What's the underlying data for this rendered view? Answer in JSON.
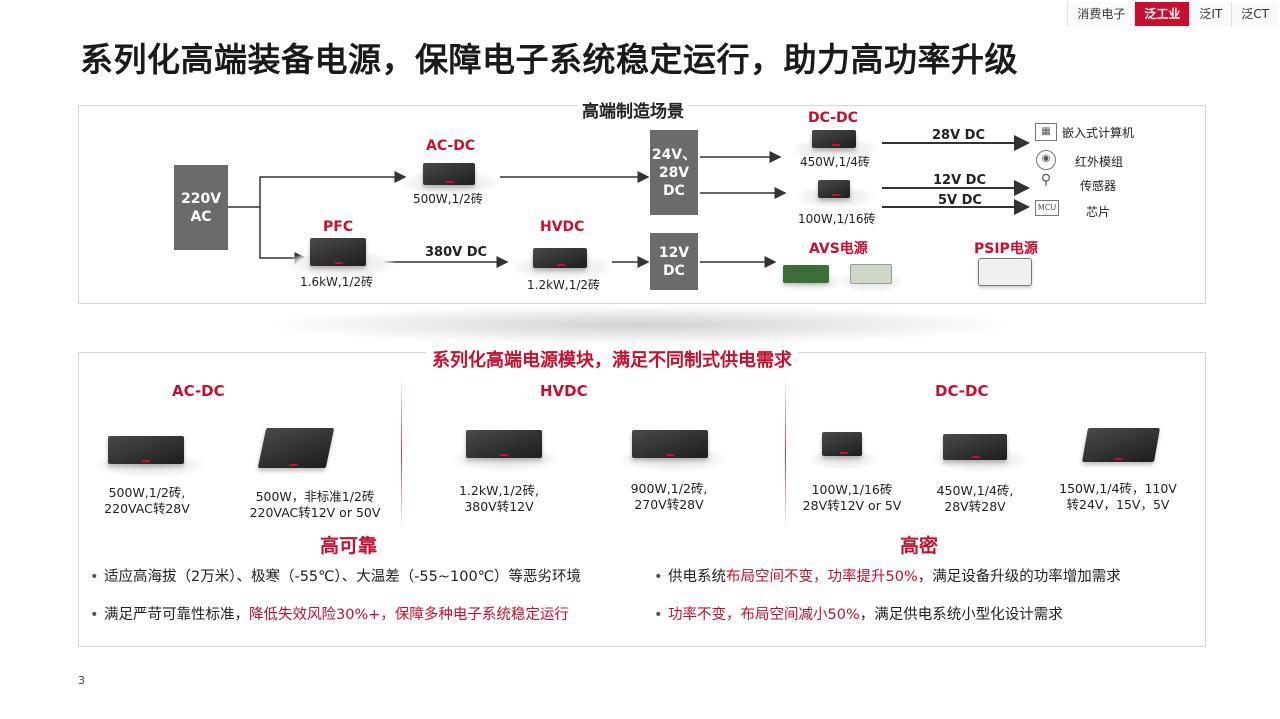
{
  "tabs": [
    "消费电子",
    "泛工业",
    "泛IT",
    "泛CT"
  ],
  "active_tab": "泛工业",
  "title": "系列化高端装备电源，保障电子系统稳定运行，助力高功率升级",
  "scenario": {
    "title": "高端制造场景",
    "source": "220V\nAC",
    "bus_24v": "24V、\n28V\nDC",
    "bus_12v": "12V\nDC",
    "acdc": {
      "label": "AC-DC",
      "spec": "500W,1/2砖"
    },
    "pfc": {
      "label": "PFC",
      "spec": "1.6kW,1/2砖"
    },
    "hvdc": {
      "label": "HVDC",
      "spec": "1.2kW,1/2砖"
    },
    "v380": "380V DC",
    "dcdc": {
      "label": "DC-DC",
      "spec1": "450W,1/4砖",
      "spec2": "100W,1/16砖"
    },
    "avs": "AVS电源",
    "psip": "PSIP电源",
    "out_28v": "28V DC",
    "out_12v": "12V DC",
    "out_5v": "5V DC",
    "loads": [
      "嵌入式计算机",
      "红外模组",
      "传感器",
      "芯片"
    ]
  },
  "products": {
    "title": "系列化高端电源模块，满足不同制式供电需求",
    "acdc_title": "AC-DC",
    "hvdc_title": "HVDC",
    "dcdc_title": "DC-DC",
    "items": [
      "500W,1/2砖,\n220VAC转28V",
      "500W，非标准1/2砖\n220VAC转12V or 50V",
      "1.2kW,1/2砖,\n380V转12V",
      "900W,1/2砖,\n270V转28V",
      "100W,1/16砖\n28V转12V or 5V",
      "450W,1/4砖,\n28V转28V",
      "150W,1/4砖，110V\n转24V，15V，5V"
    ]
  },
  "reliability": {
    "title": "高可靠",
    "b1": "适应高海拔（2万米）、极寒（-55℃）、大温差（-55~100℃）等恶劣环境",
    "b2_pre": "满足严苛可靠性标准，",
    "b2_red": "降低失效风险30%+，保障多种电子系统稳定运行"
  },
  "density": {
    "title": "高密",
    "b1_pre": "供电系统",
    "b1_red": "布局空间不变，功率提升50%",
    "b1_post": "，满足设备升级的功率增加需求",
    "b2_red": "功率不变，布局空间减小50%",
    "b2_post": "，满足供电系统小型化设计需求"
  },
  "page_number": "3",
  "colors": {
    "accent": "#c8102e",
    "box_gray": "#6b6b6b"
  }
}
